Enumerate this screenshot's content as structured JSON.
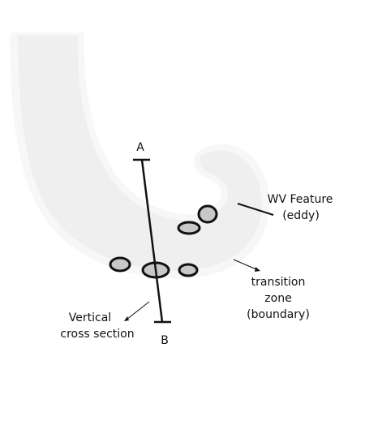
{
  "labels": {
    "point_a": "A",
    "point_b": "B",
    "wv_feature_line1": "WV Feature",
    "wv_feature_line2": "(eddy)",
    "transition_line1": "transition",
    "transition_line2": "zone",
    "transition_line3": "(boundary)",
    "vertical_line1": "Vertical",
    "vertical_line2": "cross section"
  },
  "colors": {
    "plume_fill": "#efefef",
    "plume_edge": "#f7f7f7",
    "blob_fill": "#c8c8c8",
    "stroke": "#111111"
  }
}
